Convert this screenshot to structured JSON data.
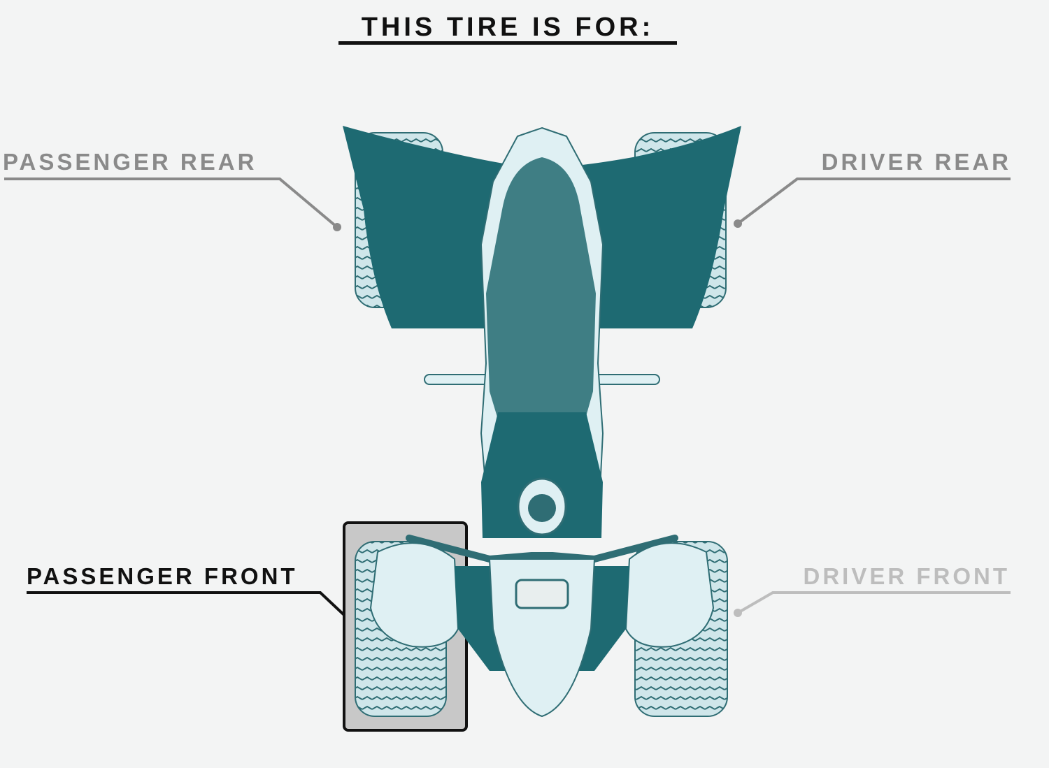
{
  "title": "THIS TIRE IS FOR:",
  "labels": {
    "passenger_rear": "PASSENGER REAR",
    "driver_rear": "DRIVER REAR",
    "passenger_front": "PASSENGER FRONT",
    "driver_front": "DRIVER FRONT"
  },
  "selected_position": "passenger_front",
  "colors": {
    "body_dark": "#1e6a72",
    "body_mid": "#3f7e84",
    "body_light": "#dff0f3",
    "tire": "#cfe6ea",
    "selected_text": "#111111",
    "rear_label": "#8a8a8a",
    "unselected_front_label": "#bdbdbd"
  }
}
